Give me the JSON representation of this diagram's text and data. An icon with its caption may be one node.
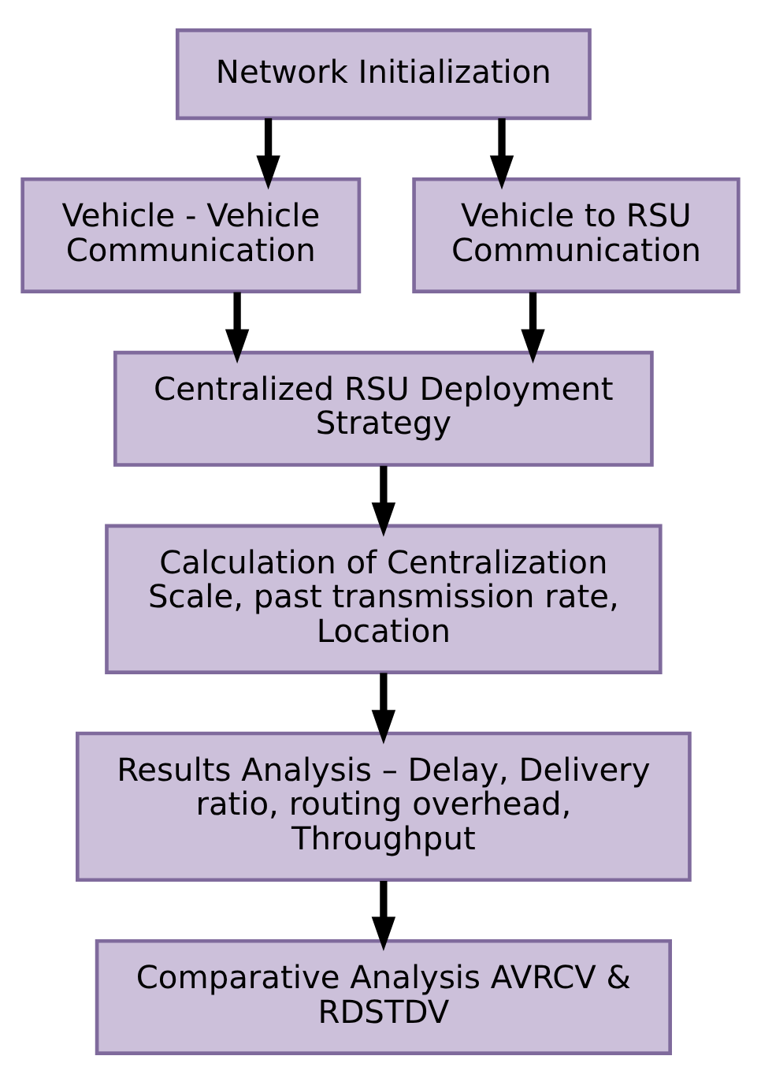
{
  "diagram": {
    "nodes": [
      {
        "text": [
          "Network Initialization"
        ]
      },
      {
        "text": [
          "Vehicle - Vehicle Communication"
        ]
      },
      {
        "text": [
          "Vehicle to RSU Communication"
        ]
      },
      {
        "text": [
          "Centralized RSU Deployment Strategy"
        ]
      },
      {
        "text": [
          "Calculation of Centralization Scale, past transmission rate, Location"
        ]
      },
      {
        "text": [
          "Results Analysis – Delay, Delivery ratio, routing overhead, Throughput"
        ]
      },
      {
        "text": [
          "Comparative Analysis AVRCV & RDSTDV"
        ]
      }
    ],
    "edges": [
      {
        "from": 0,
        "to": 1,
        "arrow": "to"
      },
      {
        "from": 0,
        "to": 2,
        "arrow": "to"
      },
      {
        "from": 1,
        "to": 3,
        "arrow": "to"
      },
      {
        "from": 2,
        "to": 3,
        "arrow": "to"
      },
      {
        "from": 3,
        "to": 4,
        "arrow": "to"
      },
      {
        "from": 4,
        "to": 5,
        "arrow": "to"
      },
      {
        "from": 5,
        "to": 6,
        "arrow": "to"
      }
    ]
  }
}
